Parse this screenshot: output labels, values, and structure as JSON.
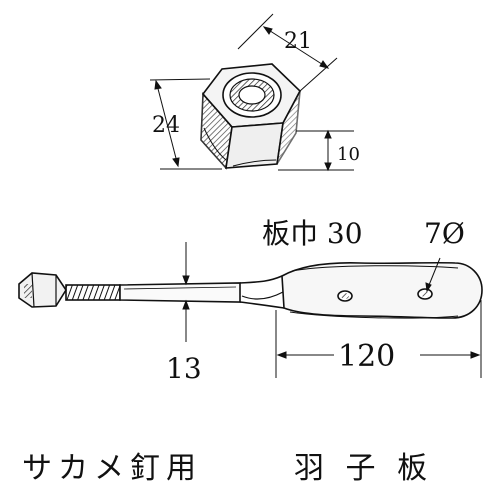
{
  "nut": {
    "width_label": "21",
    "height_label": "24",
    "thickness_label": "10"
  },
  "plate": {
    "width_label": "板巾 30",
    "hole_label": "7Ø",
    "length_label": "120",
    "rod_label": "13"
  },
  "caption": {
    "product": "サカメ釘用",
    "part": "羽 子 板"
  },
  "colors": {
    "ink": "#111111",
    "paper": "#ffffff"
  }
}
